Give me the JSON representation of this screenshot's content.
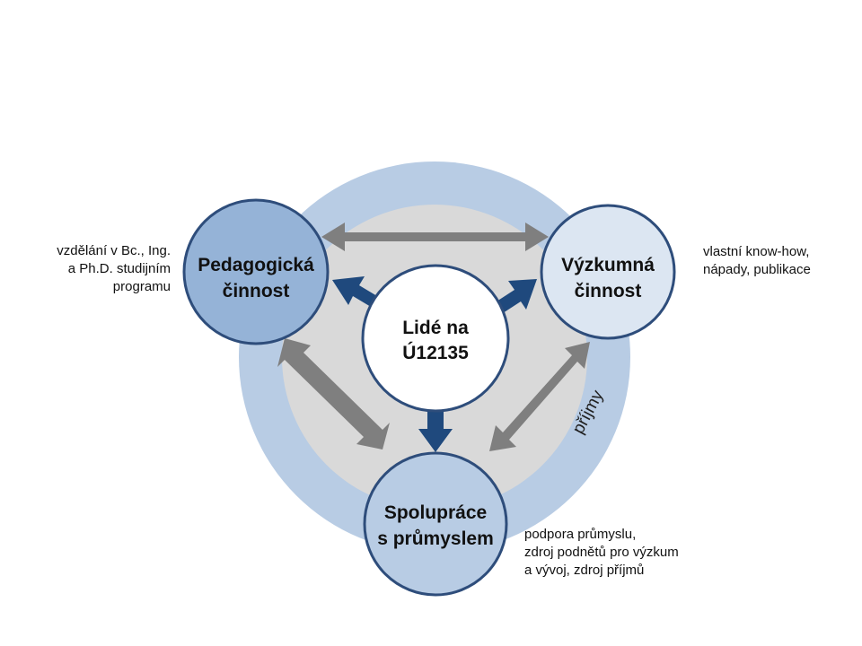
{
  "colors": {
    "outer_ring": "#b8cce4",
    "inner_disc": "#d9d9d9",
    "node_border": "#2e4d7b",
    "pedagogy_fill": "#95b3d7",
    "research_fill": "#dce6f2",
    "industry_fill": "#b8cce4",
    "center_fill": "#ffffff",
    "gray_arrow": "#7f7f7f",
    "blue_arrow": "#1f497d"
  },
  "ring": {
    "label": "příjmy"
  },
  "center": {
    "line1": "Lidé na",
    "line2": "Ú12135"
  },
  "nodes": {
    "pedagogy": {
      "line1": "Pedagogická",
      "line2": "činnost"
    },
    "research": {
      "line1": "Výzkumná",
      "line2": "činnost"
    },
    "industry": {
      "line1": "Spolupráce",
      "line2": "s průmyslem"
    }
  },
  "notes": {
    "pedagogy": [
      "vzdělání v Bc., Ing.",
      "a Ph.D. studijním",
      "programu"
    ],
    "research": [
      "vlastní know-how,",
      "nápady, publikace"
    ],
    "industry": [
      "podpora průmyslu,",
      "zdroj podnětů pro výzkum",
      "a vývoj, zdroj příjmů"
    ]
  }
}
